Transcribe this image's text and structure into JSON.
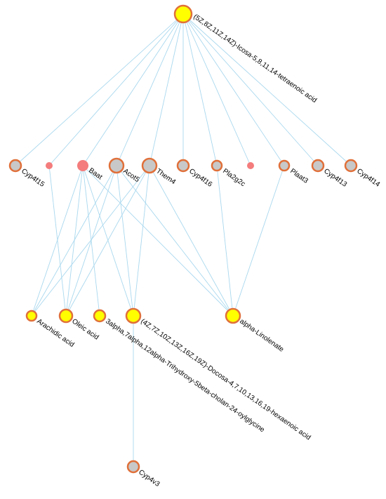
{
  "colors": {
    "edge": "#a9d8ee",
    "metabolite_fill": "#ffff00",
    "gene_fill": "#c8c8c8",
    "node_stroke": "#e0703a",
    "small_node_fill": "#f47c7c",
    "label": "#000000"
  },
  "nodes": [
    {
      "id": "aa",
      "label": "(5Z,8Z,11Z,14Z)-Icosa-5,8,11,14-tetraenoic acid",
      "kind": "metabolite"
    },
    {
      "id": "cyp4f15",
      "label": "Cyp4f15",
      "kind": "gene"
    },
    {
      "id": "s1",
      "label": "",
      "kind": "small"
    },
    {
      "id": "baat",
      "label": "Baat",
      "kind": "small"
    },
    {
      "id": "acot5",
      "label": "Acot5",
      "kind": "gene"
    },
    {
      "id": "them4",
      "label": "Them4",
      "kind": "gene"
    },
    {
      "id": "cyp4f16",
      "label": "Cyp4f16",
      "kind": "gene"
    },
    {
      "id": "pla2g2c",
      "label": "Pla2g2c",
      "kind": "gene"
    },
    {
      "id": "s2",
      "label": "",
      "kind": "small"
    },
    {
      "id": "plaat3",
      "label": "Plaat3",
      "kind": "gene"
    },
    {
      "id": "cyp4f13",
      "label": "Cyp4f13",
      "kind": "gene"
    },
    {
      "id": "cyp4f14",
      "label": "Cyp4f14",
      "kind": "gene"
    },
    {
      "id": "arach",
      "label": "Arachidic acid",
      "kind": "metabolite"
    },
    {
      "id": "oleic",
      "label": "Oleic acid",
      "kind": "metabolite"
    },
    {
      "id": "bile",
      "label": "3alpha,7alpha,12alpha-Trihydroxy-5beta-cholan-24-oylglycine",
      "kind": "metabolite"
    },
    {
      "id": "dha",
      "label": "(4Z,7Z,10Z,13Z,16Z,19Z)-Docosa-4,7,10,13,16,19-hexaenoic acid",
      "kind": "metabolite"
    },
    {
      "id": "alin",
      "label": "alpha-Linolenate",
      "kind": "metabolite"
    },
    {
      "id": "cyp4v3",
      "label": "Cyp4v3",
      "kind": "gene"
    }
  ],
  "edges": [
    [
      "aa",
      "cyp4f15"
    ],
    [
      "aa",
      "s1"
    ],
    [
      "aa",
      "baat"
    ],
    [
      "aa",
      "acot5"
    ],
    [
      "aa",
      "them4"
    ],
    [
      "aa",
      "cyp4f16"
    ],
    [
      "aa",
      "pla2g2c"
    ],
    [
      "aa",
      "s2"
    ],
    [
      "aa",
      "plaat3"
    ],
    [
      "aa",
      "cyp4f13"
    ],
    [
      "aa",
      "cyp4f14"
    ],
    [
      "s1",
      "oleic"
    ],
    [
      "baat",
      "arach"
    ],
    [
      "baat",
      "oleic"
    ],
    [
      "baat",
      "bile"
    ],
    [
      "baat",
      "dha"
    ],
    [
      "baat",
      "alin"
    ],
    [
      "acot5",
      "arach"
    ],
    [
      "acot5",
      "oleic"
    ],
    [
      "acot5",
      "dha"
    ],
    [
      "acot5",
      "alin"
    ],
    [
      "them4",
      "arach"
    ],
    [
      "them4",
      "oleic"
    ],
    [
      "them4",
      "dha"
    ],
    [
      "them4",
      "alin"
    ],
    [
      "pla2g2c",
      "alin"
    ],
    [
      "plaat3",
      "alin"
    ],
    [
      "dha",
      "cyp4v3"
    ]
  ]
}
